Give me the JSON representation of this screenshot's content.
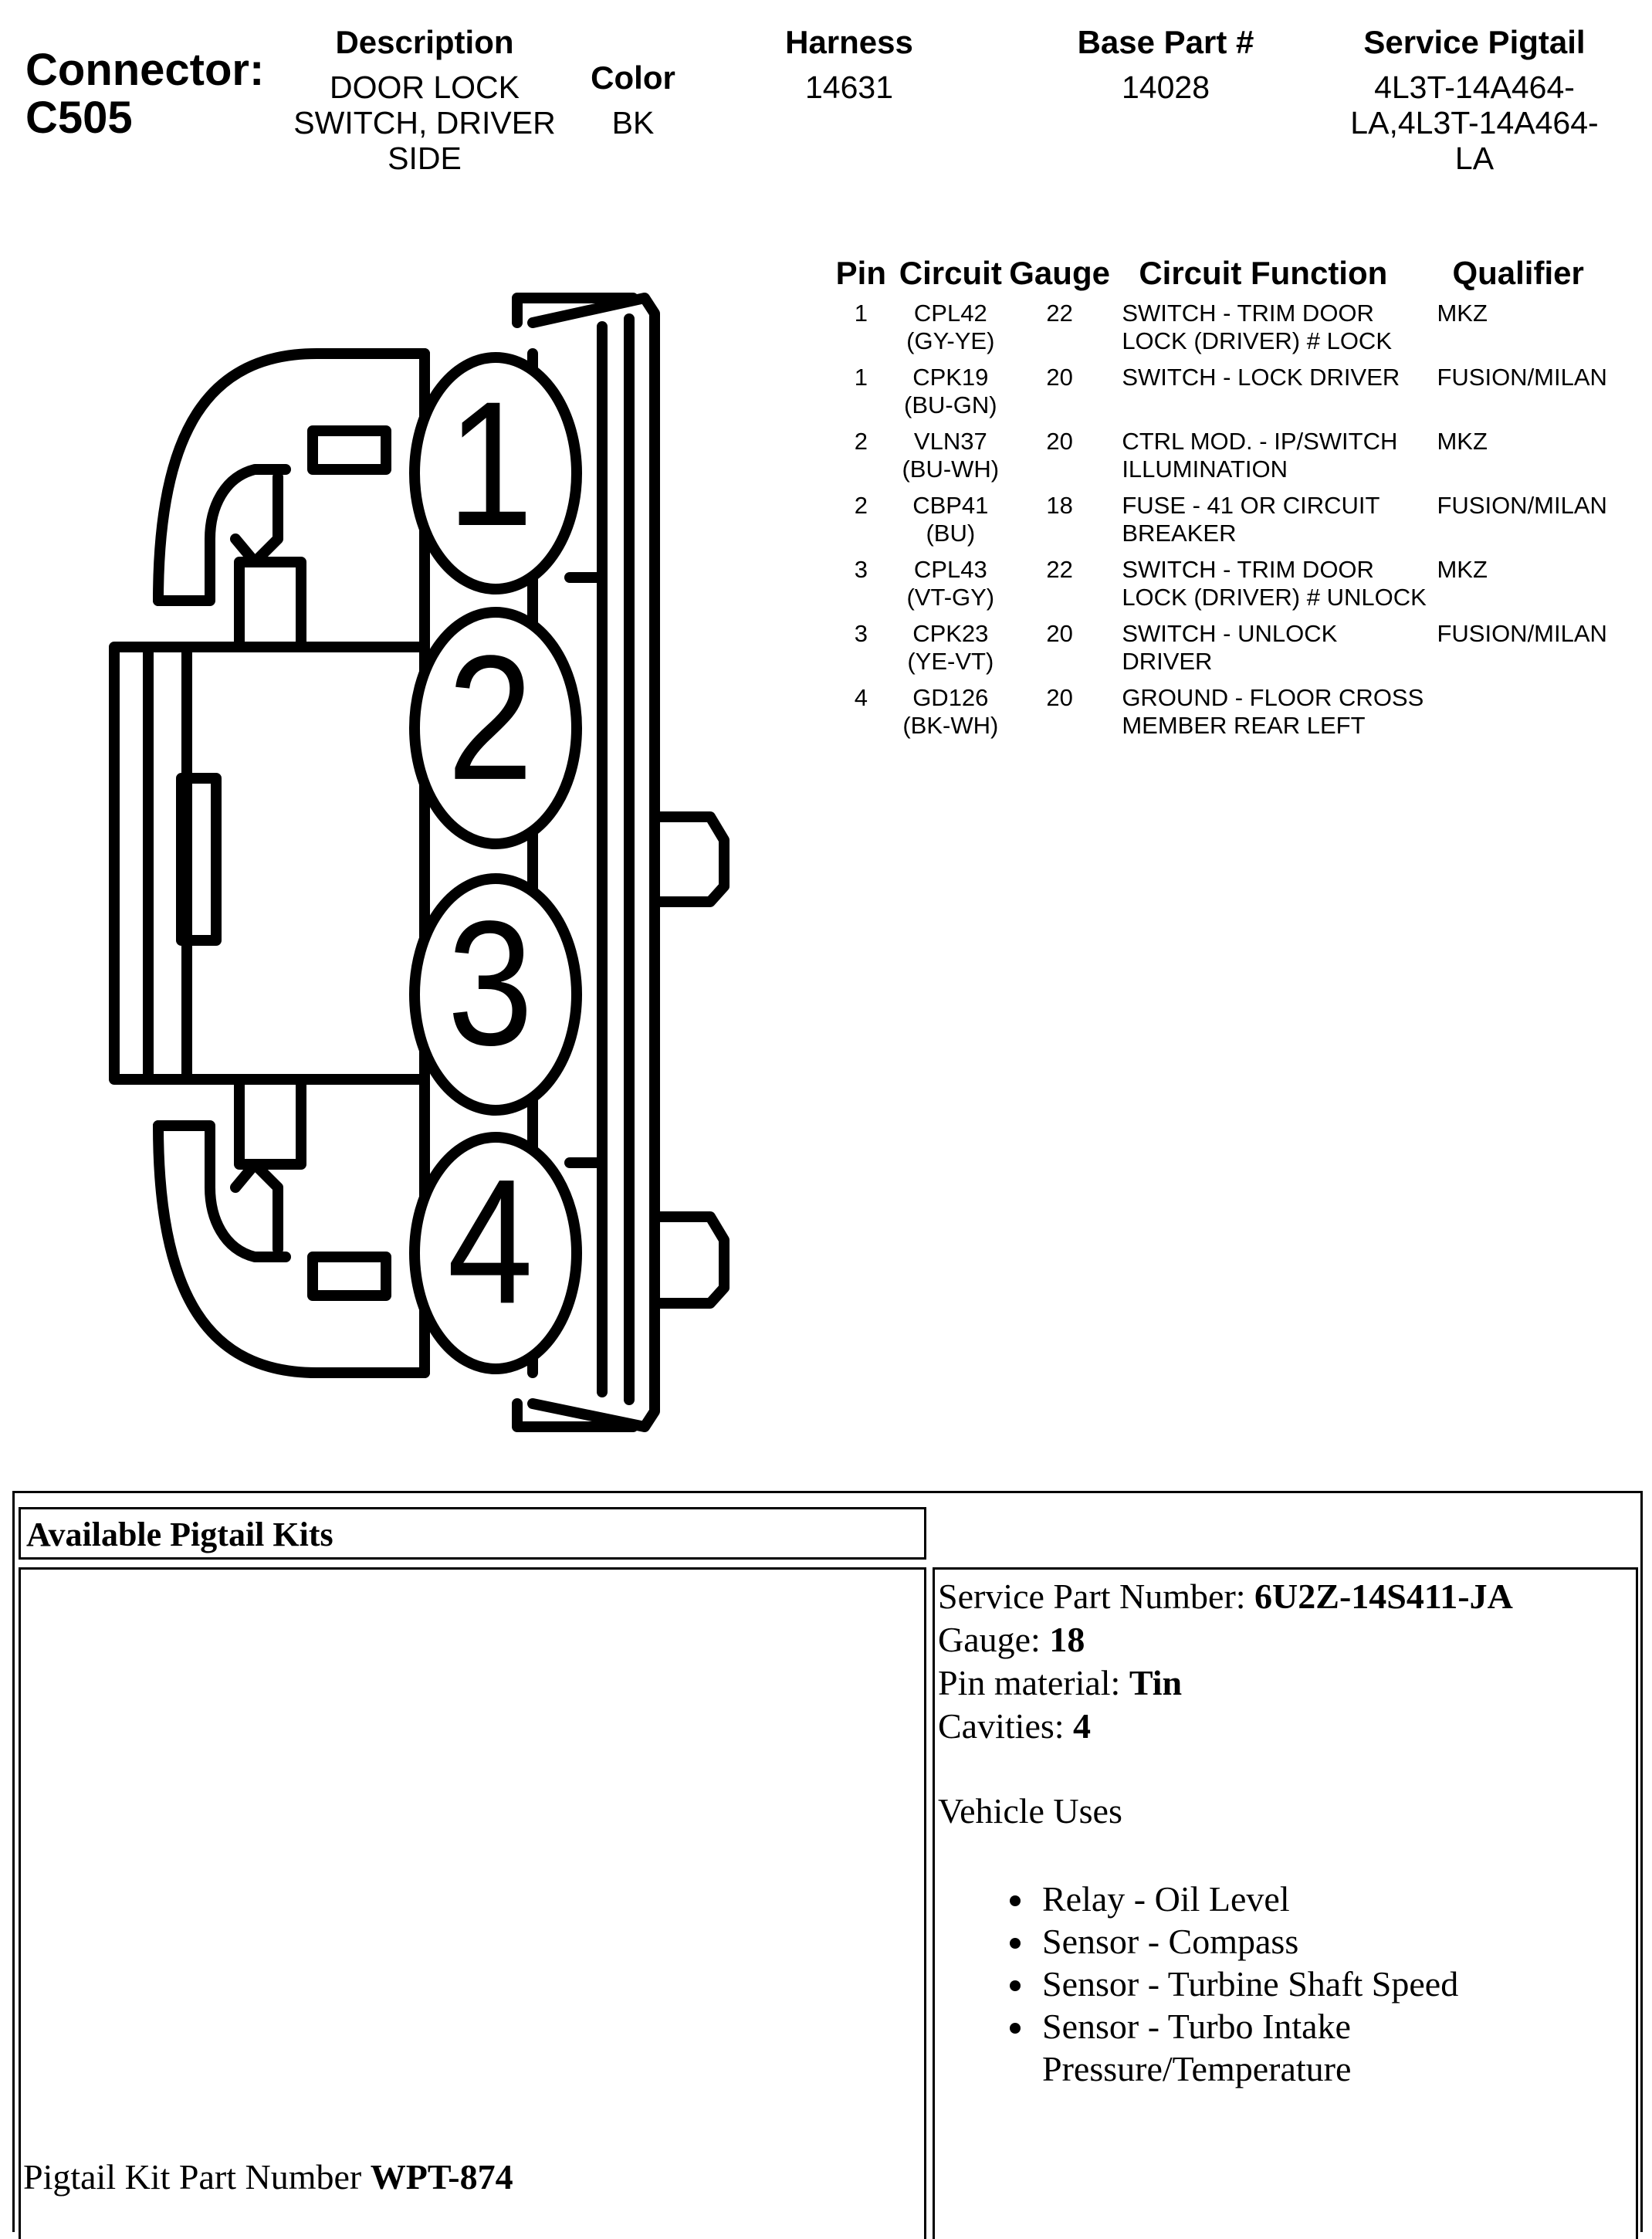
{
  "connector": {
    "label_line1": "Connector:",
    "label_line2": "C505"
  },
  "header": {
    "description": {
      "title": "Description",
      "value": "DOOR LOCK\nSWITCH, DRIVER\nSIDE"
    },
    "color": {
      "title": "Color",
      "value": "BK"
    },
    "harness": {
      "title": "Harness",
      "value": "14631"
    },
    "base_part": {
      "title": "Base Part #",
      "value": "14028"
    },
    "service_pigtail": {
      "title": "Service Pigtail",
      "value": "4L3T-14A464-\nLA,4L3T-14A464-\nLA"
    }
  },
  "pin_table": {
    "headers": {
      "pin": "Pin",
      "circuit": "Circuit",
      "gauge": "Gauge",
      "function": "Circuit Function",
      "qualifier": "Qualifier"
    },
    "rows": [
      {
        "pin": "1",
        "circuit": "CPL42",
        "circuit_color": "(GY-YE)",
        "gauge": "22",
        "function": "SWITCH - TRIM DOOR LOCK (DRIVER) # LOCK",
        "qualifier": "MKZ"
      },
      {
        "pin": "1",
        "circuit": "CPK19",
        "circuit_color": "(BU-GN)",
        "gauge": "20",
        "function": "SWITCH - LOCK DRIVER",
        "qualifier": "FUSION/MILAN"
      },
      {
        "pin": "2",
        "circuit": "VLN37",
        "circuit_color": "(BU-WH)",
        "gauge": "20",
        "function": "CTRL MOD. - IP/SWITCH ILLUMINATION",
        "qualifier": "MKZ"
      },
      {
        "pin": "2",
        "circuit": "CBP41",
        "circuit_color": "(BU)",
        "gauge": "18",
        "function": "FUSE - 41 OR CIRCUIT BREAKER",
        "qualifier": "FUSION/MILAN"
      },
      {
        "pin": "3",
        "circuit": "CPL43",
        "circuit_color": "(VT-GY)",
        "gauge": "22",
        "function": "SWITCH - TRIM DOOR LOCK (DRIVER) # UNLOCK",
        "qualifier": "MKZ"
      },
      {
        "pin": "3",
        "circuit": "CPK23",
        "circuit_color": "(YE-VT)",
        "gauge": "20",
        "function": "SWITCH - UNLOCK DRIVER",
        "qualifier": "FUSION/MILAN"
      },
      {
        "pin": "4",
        "circuit": "GD126",
        "circuit_color": "(BK-WH)",
        "gauge": "20",
        "function": "GROUND - FLOOR CROSS MEMBER REAR LEFT",
        "qualifier": ""
      }
    ]
  },
  "diagram": {
    "cavity_labels": [
      "1",
      "2",
      "3",
      "4"
    ]
  },
  "pigtail_kits": {
    "title": "Available Pigtail Kits",
    "kit_part_label": "Pigtail Kit Part Number ",
    "kit_part_value": "WPT-874",
    "service_part_label": "Service Part Number: ",
    "service_part_value": "6U2Z-14S411-JA",
    "gauge_label": "Gauge: ",
    "gauge_value": "18",
    "pin_material_label": "Pin material: ",
    "pin_material_value": "Tin",
    "cavities_label": "Cavities: ",
    "cavities_value": "4",
    "vehicle_uses_label": "Vehicle Uses",
    "vehicle_uses": [
      "Relay - Oil Level",
      "Sensor - Compass",
      "Sensor - Turbine Shaft Speed",
      "Sensor - Turbo Intake Pressure/Temperature"
    ]
  }
}
